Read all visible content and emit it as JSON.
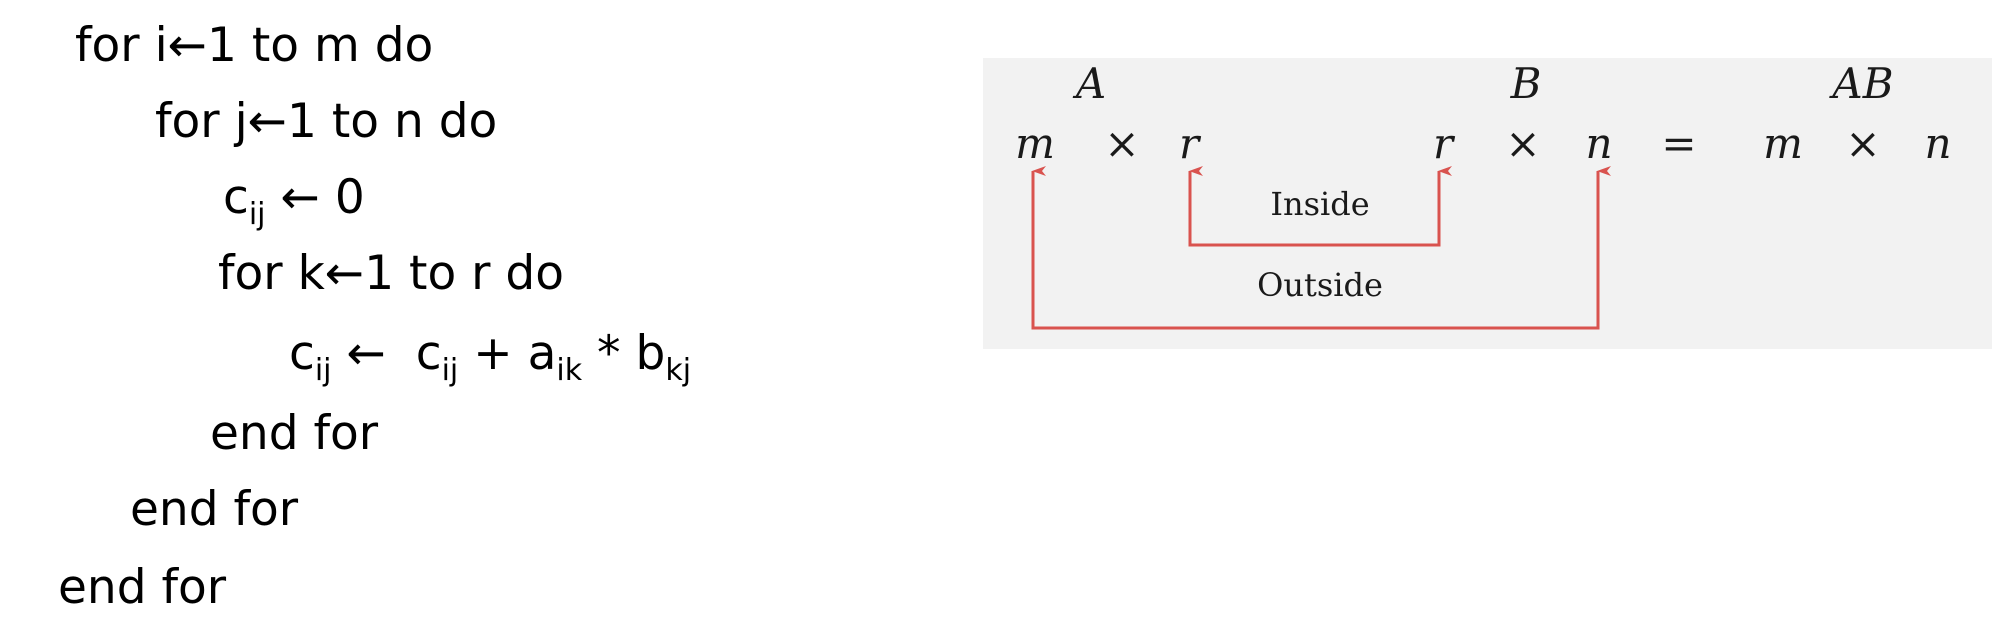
{
  "pseudocode": {
    "line1": {
      "kw_for": "for",
      "var": "i",
      "arrow": "←",
      "rest": "1 to m do"
    },
    "line2": {
      "kw_for": "for",
      "var": "j",
      "arrow": "←",
      "rest": "1 to n do"
    },
    "line3": {
      "base": "c",
      "sub": "ij",
      "arrow": "←",
      "rest": "0"
    },
    "line4": {
      "kw_for": "for",
      "var": "k",
      "arrow": "←",
      "rest": "1 to r do"
    },
    "line5": {
      "lhs_base": "c",
      "lhs_sub": "ij",
      "arrow": "←",
      "t1_base": "c",
      "t1_sub": "ij",
      "plus": "+",
      "t2_base": "a",
      "t2_sub": "ik",
      "times": "*",
      "t3_base": "b",
      "t3_sub": "kj"
    },
    "line6": "end for",
    "line7": "end for",
    "line8": "end for"
  },
  "diagram": {
    "background": "#f2f2f2",
    "arrow_color": "#d9534f",
    "label_a": "A",
    "label_b": "B",
    "label_ab": "AB",
    "dim_m1": "m",
    "times1": "×",
    "dim_r1": "r",
    "dim_r2": "r",
    "times2": "×",
    "dim_n1": "n",
    "equals": "=",
    "dim_m2": "m",
    "times3": "×",
    "dim_n2": "n",
    "inside_label": "Inside",
    "outside_label": "Outside"
  }
}
